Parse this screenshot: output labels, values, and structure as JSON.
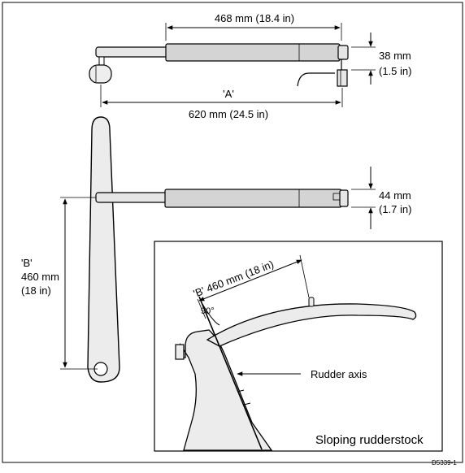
{
  "top_view": {
    "body_length": "468 mm (18.4 in)",
    "height_mm": "38 mm",
    "height_in": "(1.5 in)",
    "label_a": "'A'",
    "overall_length": "620 mm (24.5 in)"
  },
  "middle_view": {
    "height_mm": "44 mm",
    "height_in": "(1.7 in)",
    "label_b": "'B'",
    "tiller_len_mm": "460 mm",
    "tiller_len_in": "(18 in)"
  },
  "inset": {
    "dimension": "'B' 460 mm (18 in)",
    "angle": "90°",
    "rudder_axis": "Rudder axis",
    "caption": "Sloping rudderstock"
  },
  "figure_code": "D5339-1",
  "colors": {
    "body": "#d4d4d4",
    "line": "#000000",
    "background": "#ffffff"
  }
}
